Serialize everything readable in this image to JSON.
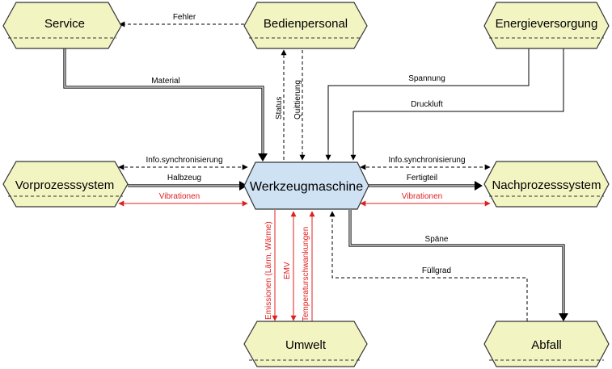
{
  "nodes": {
    "service": "Service",
    "bedienpersonal": "Bedienpersonal",
    "energieversorgung": "Energieversorgung",
    "vorprozesssystem": "Vorprozesssystem",
    "werkzeugmaschine": "Werkzeugmaschine",
    "nachprozesssystem": "Nachprozesssystem",
    "umwelt": "Umwelt",
    "abfall": "Abfall"
  },
  "edges": {
    "fehler": "Fehler",
    "material": "Material",
    "status": "Status",
    "quittierung": "Quittierung",
    "spannung": "Spannung",
    "druckluft": "Druckluft",
    "info_left": "Info.synchronisierung",
    "halbzeug": "Halbzeug",
    "vibrationen_left": "Vibrationen",
    "info_right": "Info.synchronisierung",
    "fertigteil": "Fertigteil",
    "vibrationen_right": "Vibrationen",
    "spaene": "Späne",
    "fuellgrad": "Füllgrad",
    "emissionen": "Emissionen (Lärm, Wärme)",
    "emv": "EMV",
    "temperatur": "Temperaturschwankungen"
  },
  "colors": {
    "node_fill": "#f2f4c2",
    "center_fill": "#cfe2f3",
    "red_flow": "#e02020"
  }
}
